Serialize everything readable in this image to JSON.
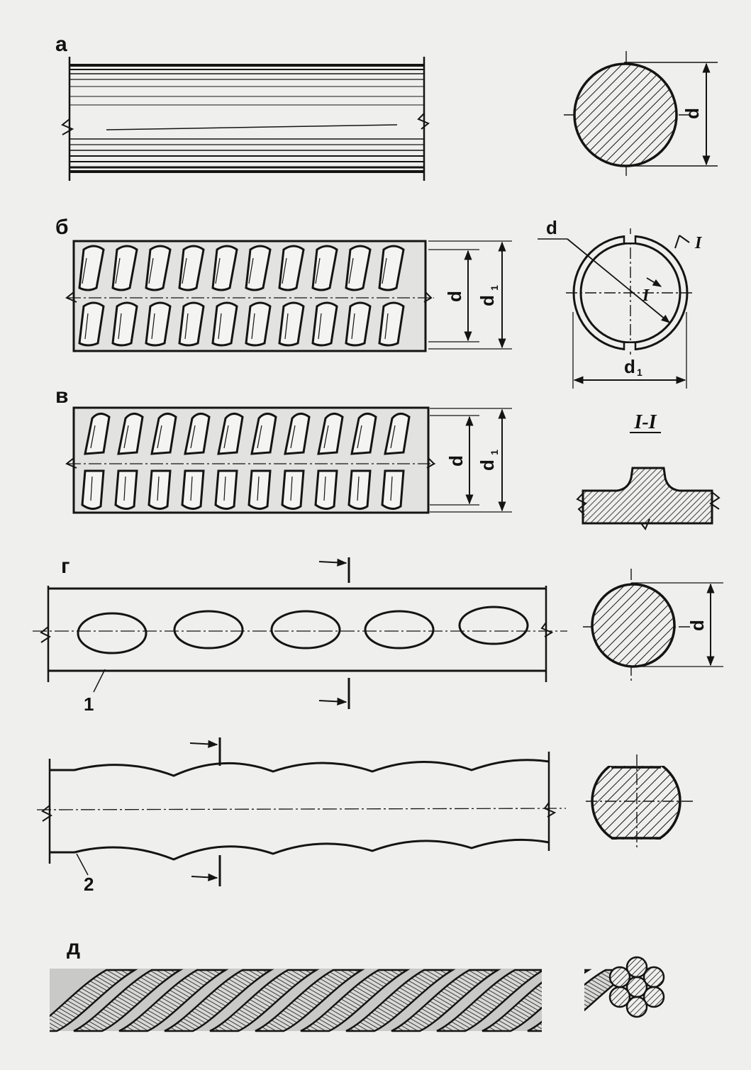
{
  "panels": {
    "a": {
      "label": "а",
      "section_dims": [
        "d"
      ]
    },
    "b": {
      "label": "б",
      "side_dims": [
        "d",
        "d",
        "1"
      ],
      "section_dims": [
        "d",
        "d",
        "1"
      ],
      "section_marks": [
        "I",
        "I"
      ]
    },
    "v": {
      "label": "в",
      "side_dims": [
        "d",
        "d",
        "1"
      ],
      "detail_title": "I-I"
    },
    "g": {
      "label": "г",
      "callouts": [
        "1",
        "2"
      ],
      "section_dims": [
        "d"
      ]
    },
    "d": {
      "label": "д"
    }
  },
  "colors": {
    "ink": "#141414",
    "paper": "#efefed"
  }
}
